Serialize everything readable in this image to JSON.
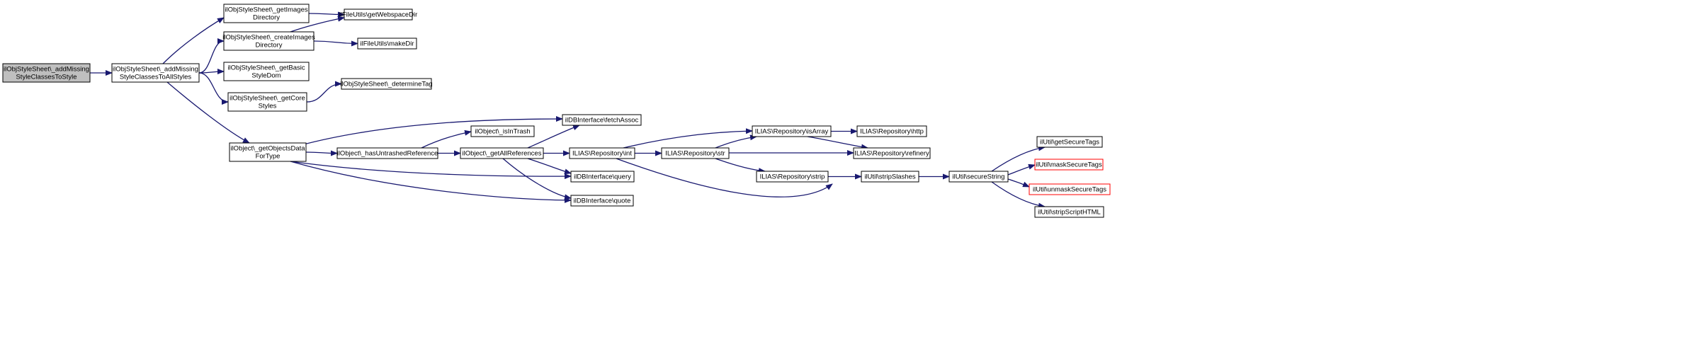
{
  "nodes": [
    {
      "id": "n_addMissingStyleClassesToStyle",
      "lines": [
        "ilObjStyleSheet\\_addMissing",
        "StyleClassesToStyle"
      ],
      "current": true
    },
    {
      "id": "n_addMissingStyleClassesToAllStyles",
      "lines": [
        "ilObjStyleSheet\\_addMissing",
        "StyleClassesToAllStyles"
      ]
    },
    {
      "id": "n_getImagesDirectory",
      "lines": [
        "ilObjStyleSheet\\_getImages",
        "Directory"
      ]
    },
    {
      "id": "n_createImagesDirectory",
      "lines": [
        "ilObjStyleSheet\\_createImages",
        "Directory"
      ]
    },
    {
      "id": "n_getBasicStyleDom",
      "lines": [
        "ilObjStyleSheet\\_getBasic",
        "StyleDom"
      ]
    },
    {
      "id": "n_getCoreStyles",
      "lines": [
        "ilObjStyleSheet\\_getCore",
        "Styles"
      ]
    },
    {
      "id": "n_getObjectsDataForType",
      "lines": [
        "ilObject\\_getObjectsData",
        "ForType"
      ]
    },
    {
      "id": "n_getWebspaceDir",
      "lines": [
        "ilFileUtils\\getWebspaceDir"
      ]
    },
    {
      "id": "n_makeDir",
      "lines": [
        "ilFileUtils\\makeDir"
      ]
    },
    {
      "id": "n_determineTag",
      "lines": [
        "ilObjStyleSheet\\_determineTag"
      ]
    },
    {
      "id": "n_hasUntrashedReference",
      "lines": [
        "ilObject\\_hasUntrashedReference"
      ]
    },
    {
      "id": "n_fetchAssoc",
      "lines": [
        "ilDBInterface\\fetchAssoc"
      ]
    },
    {
      "id": "n_isInTrash",
      "lines": [
        "ilObject\\_isInTrash"
      ]
    },
    {
      "id": "n_getAllReferences",
      "lines": [
        "ilObject\\_getAllReferences"
      ]
    },
    {
      "id": "n_query",
      "lines": [
        "ilDBInterface\\query"
      ]
    },
    {
      "id": "n_quote",
      "lines": [
        "ilDBInterface\\quote"
      ]
    },
    {
      "id": "n_repoInt",
      "lines": [
        "ILIAS\\Repository\\int"
      ]
    },
    {
      "id": "n_repoStr",
      "lines": [
        "ILIAS\\Repository\\str"
      ]
    },
    {
      "id": "n_repoIsArray",
      "lines": [
        "ILIAS\\Repository\\isArray"
      ]
    },
    {
      "id": "n_repoStrip",
      "lines": [
        "ILIAS\\Repository\\strip"
      ]
    },
    {
      "id": "n_repoHttp",
      "lines": [
        "ILIAS\\Repository\\http"
      ]
    },
    {
      "id": "n_repoRefinery",
      "lines": [
        "ILIAS\\Repository\\refinery"
      ]
    },
    {
      "id": "n_stripSlashes",
      "lines": [
        "ilUtil\\stripSlashes"
      ]
    },
    {
      "id": "n_secureString",
      "lines": [
        "ilUtil\\secureString"
      ]
    },
    {
      "id": "n_getSecureTags",
      "lines": [
        "ilUtil\\getSecureTags"
      ]
    },
    {
      "id": "n_maskSecureTags",
      "lines": [
        "ilUtil\\maskSecureTags"
      ],
      "truncated": true
    },
    {
      "id": "n_unmaskSecureTags",
      "lines": [
        "ilUtil\\unmaskSecureTags"
      ],
      "truncated": true
    },
    {
      "id": "n_stripScriptHTML",
      "lines": [
        "ilUtil\\stripScriptHTML"
      ]
    }
  ],
  "edges": [
    {
      "from": "n_addMissingStyleClassesToStyle",
      "to": "n_addMissingStyleClassesToAllStyles"
    },
    {
      "from": "n_addMissingStyleClassesToAllStyles",
      "to": "n_getImagesDirectory"
    },
    {
      "from": "n_addMissingStyleClassesToAllStyles",
      "to": "n_createImagesDirectory"
    },
    {
      "from": "n_addMissingStyleClassesToAllStyles",
      "to": "n_getBasicStyleDom"
    },
    {
      "from": "n_addMissingStyleClassesToAllStyles",
      "to": "n_getCoreStyles"
    },
    {
      "from": "n_addMissingStyleClassesToAllStyles",
      "to": "n_getObjectsDataForType"
    },
    {
      "from": "n_getImagesDirectory",
      "to": "n_getWebspaceDir"
    },
    {
      "from": "n_createImagesDirectory",
      "to": "n_getWebspaceDir"
    },
    {
      "from": "n_createImagesDirectory",
      "to": "n_makeDir"
    },
    {
      "from": "n_getCoreStyles",
      "to": "n_determineTag"
    },
    {
      "from": "n_getObjectsDataForType",
      "to": "n_fetchAssoc"
    },
    {
      "from": "n_getObjectsDataForType",
      "to": "n_hasUntrashedReference"
    },
    {
      "from": "n_getObjectsDataForType",
      "to": "n_query"
    },
    {
      "from": "n_getObjectsDataForType",
      "to": "n_quote"
    },
    {
      "from": "n_hasUntrashedReference",
      "to": "n_isInTrash"
    },
    {
      "from": "n_hasUntrashedReference",
      "to": "n_getAllReferences"
    },
    {
      "from": "n_getAllReferences",
      "to": "n_fetchAssoc"
    },
    {
      "from": "n_getAllReferences",
      "to": "n_repoInt"
    },
    {
      "from": "n_getAllReferences",
      "to": "n_query"
    },
    {
      "from": "n_getAllReferences",
      "to": "n_quote"
    },
    {
      "from": "n_repoInt",
      "to": "n_repoIsArray"
    },
    {
      "from": "n_repoInt",
      "to": "n_repoStr"
    },
    {
      "from": "n_repoInt",
      "to": "n_repoRefinery"
    },
    {
      "from": "n_repoStr",
      "to": "n_repoIsArray"
    },
    {
      "from": "n_repoStr",
      "to": "n_repoRefinery"
    },
    {
      "from": "n_repoStr",
      "to": "n_repoStrip"
    },
    {
      "from": "n_repoIsArray",
      "to": "n_repoHttp"
    },
    {
      "from": "n_repoIsArray",
      "to": "n_repoRefinery"
    },
    {
      "from": "n_repoStrip",
      "to": "n_stripSlashes"
    },
    {
      "from": "n_stripSlashes",
      "to": "n_secureString"
    },
    {
      "from": "n_secureString",
      "to": "n_getSecureTags"
    },
    {
      "from": "n_secureString",
      "to": "n_maskSecureTags"
    },
    {
      "from": "n_secureString",
      "to": "n_unmaskSecureTags"
    },
    {
      "from": "n_secureString",
      "to": "n_stripScriptHTML"
    }
  ],
  "colors": {
    "edge": "#191970",
    "current_fill": "#bfbfbf",
    "truncated_border": "#ff0000"
  }
}
